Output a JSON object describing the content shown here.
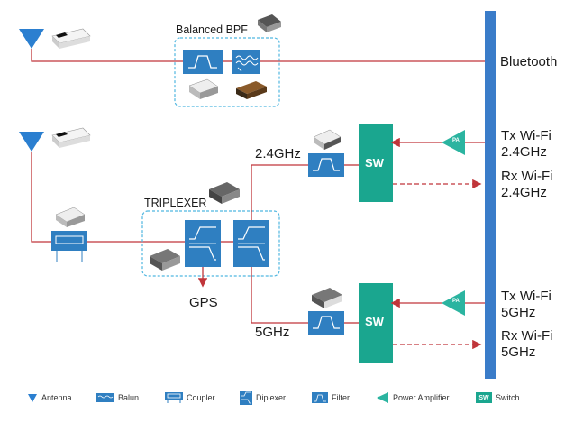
{
  "diagram": {
    "balanced_bpf_title": "Balanced  BPF",
    "bluetooth_label": "Bluetooth",
    "tx_wifi_24": [
      "Tx Wi-Fi",
      "2.4GHz"
    ],
    "rx_wifi_24": [
      "Rx Wi-Fi",
      "2.4GHz"
    ],
    "tx_wifi_5": [
      "Tx Wi-Fi",
      "5GHz"
    ],
    "rx_wifi_5": [
      "Rx Wi-Fi",
      "5GHz"
    ],
    "freq_24_label": "2.4GHz",
    "freq_5_label": "5GHz",
    "triplexer_title": "TRIPLEXER",
    "gps_label": "GPS",
    "switch_label": "SW",
    "pa_label": "PA"
  },
  "legend": {
    "antenna": "Antenna",
    "balun": "Balun",
    "coupler": "Coupler",
    "diplexer": "Diplexer",
    "filter": "Filter",
    "power_amplifier": "Power Amplifier",
    "switch": "Switch",
    "switch_icon_text": "SW"
  },
  "colors": {
    "bus": "#3a7cc9",
    "line": "#c0353a",
    "filter": "#2f7fc1",
    "switch": "#1aa68f",
    "pa": "#2bb4a0",
    "dashed_box": "#4fb6e0"
  }
}
